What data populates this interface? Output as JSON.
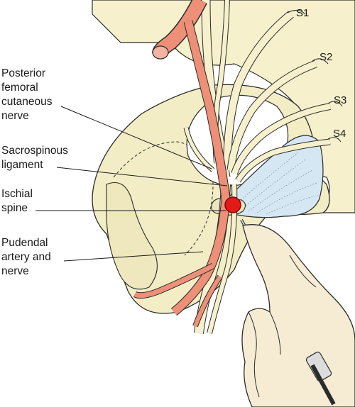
{
  "labels": {
    "posterior_femoral": "Posterior\nfemoral\ncutaneous\nnerve",
    "sacrospinous": "Sacrospinous\nligament",
    "ischial_spine": "Ischial\nspine",
    "pudendal": "Pudendal\nartery and\nnerve"
  },
  "roots": [
    "S1",
    "S2",
    "S3",
    "S4"
  ],
  "colors": {
    "background_tissue": "#f6f1cc",
    "bone": "#f3edc6",
    "nerve": "#f6f1cc",
    "artery": "#ee8f78",
    "ligament": "#d6e7f4",
    "target_marker": "#e21b16",
    "hand": "#f5ecd3",
    "outline": "#2b2b2b"
  }
}
